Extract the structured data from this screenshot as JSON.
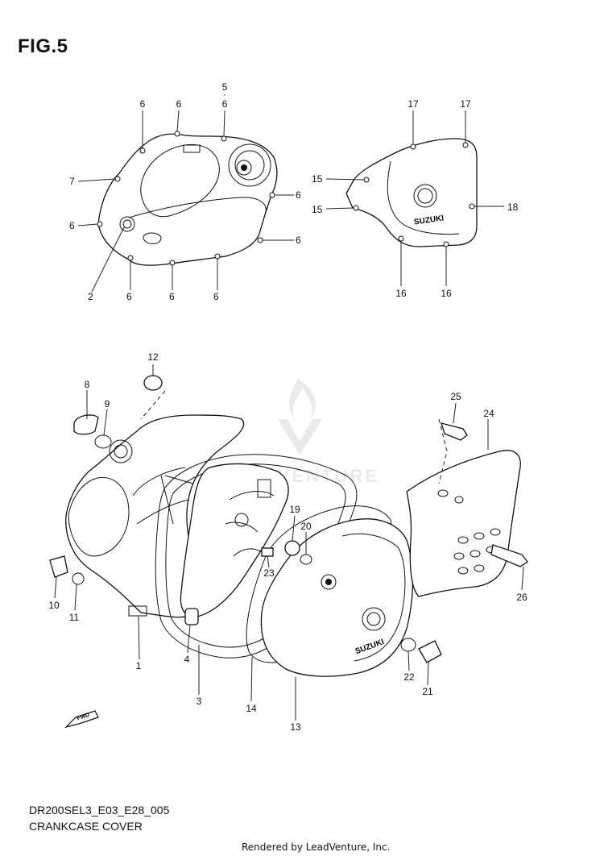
{
  "figure": {
    "title": "FIG.5",
    "diagram_code": "DR200SEL3_E03_E28_005",
    "diagram_name": "CRANKCASE COVER",
    "rendered_by": "Rendered by LeadVenture, Inc.",
    "watermark": "LEADVENTURE"
  },
  "labels": {
    "top_clutch_cover": {
      "c5": "5",
      "c6a": "6",
      "c6b": "6",
      "c6c": "6",
      "c7": "7",
      "c6d": "6",
      "c6e": "6",
      "c6f": "6",
      "c2": "2",
      "c6g": "6",
      "c6h": "6",
      "c6i": "6"
    },
    "top_magneto_cover": {
      "c17a": "17",
      "c17b": "17",
      "c15a": "15",
      "c15b": "15",
      "c18": "18",
      "c16a": "16",
      "c16b": "16",
      "brand": "SUZUKI"
    },
    "exploded": {
      "c12": "12",
      "c8": "8",
      "c9": "9",
      "c25": "25",
      "c24": "24",
      "c19": "19",
      "c20": "20",
      "c23": "23",
      "c10": "10",
      "c11": "11",
      "c26": "26",
      "c1": "1",
      "c4": "4",
      "c3": "3",
      "c14": "14",
      "c13": "13",
      "c22": "22",
      "c21": "21",
      "brand": "SUZUKI",
      "fwd": "FWD"
    }
  },
  "colors": {
    "line": "#111111",
    "watermark": "#d9d9d9"
  }
}
